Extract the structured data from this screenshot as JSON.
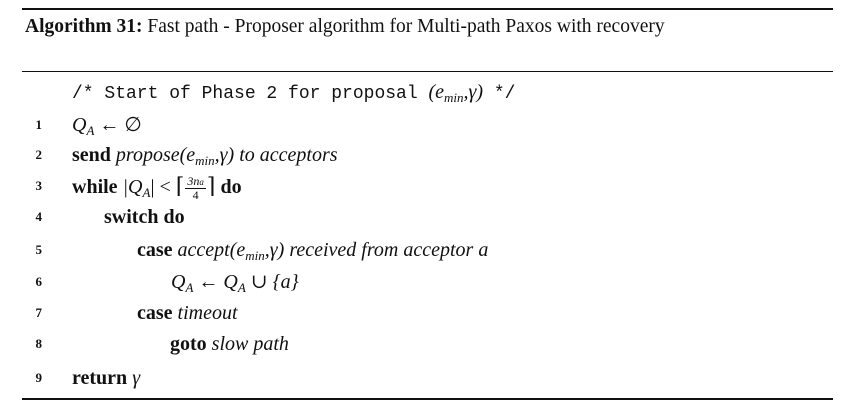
{
  "algorithm": {
    "label": "Algorithm 31:",
    "caption_text": "Fast path - Proposer algorithm for Multi-path Paxos with recovery"
  },
  "comment": {
    "open": "/* Start of Phase 2 for proposal ",
    "args": "(e",
    "sub": "min",
    "args_tail": ",γ)",
    "close": " */"
  },
  "lines": [
    {
      "num": "1",
      "text": "Q",
      "sub": "A",
      "rest": " ← ∅"
    },
    {
      "num": "2",
      "kw": "send",
      "it": "propose(e",
      "sub": "min",
      "it2": ",γ) to acceptors"
    },
    {
      "num": "3",
      "kw": "while",
      "pre": "|Q",
      "sub": "A",
      "mid": "| < ",
      "frac_num": "3n",
      "frac_num_sub": "a",
      "frac_den": "4",
      "kw2": "do"
    },
    {
      "num": "4",
      "kw": "switch do"
    },
    {
      "num": "5",
      "kw": "case",
      "it": "accept(e",
      "sub": "min",
      "it2": ",γ) received from acceptor a"
    },
    {
      "num": "6",
      "text": "Q",
      "sub": "A",
      "mid": " ← Q",
      "sub2": "A",
      "rest": " ∪ {a}"
    },
    {
      "num": "7",
      "kw": "case",
      "it": "timeout"
    },
    {
      "num": "8",
      "kw": "goto",
      "it": "slow path"
    },
    {
      "num": "9",
      "kw": "return",
      "it": "γ"
    }
  ]
}
